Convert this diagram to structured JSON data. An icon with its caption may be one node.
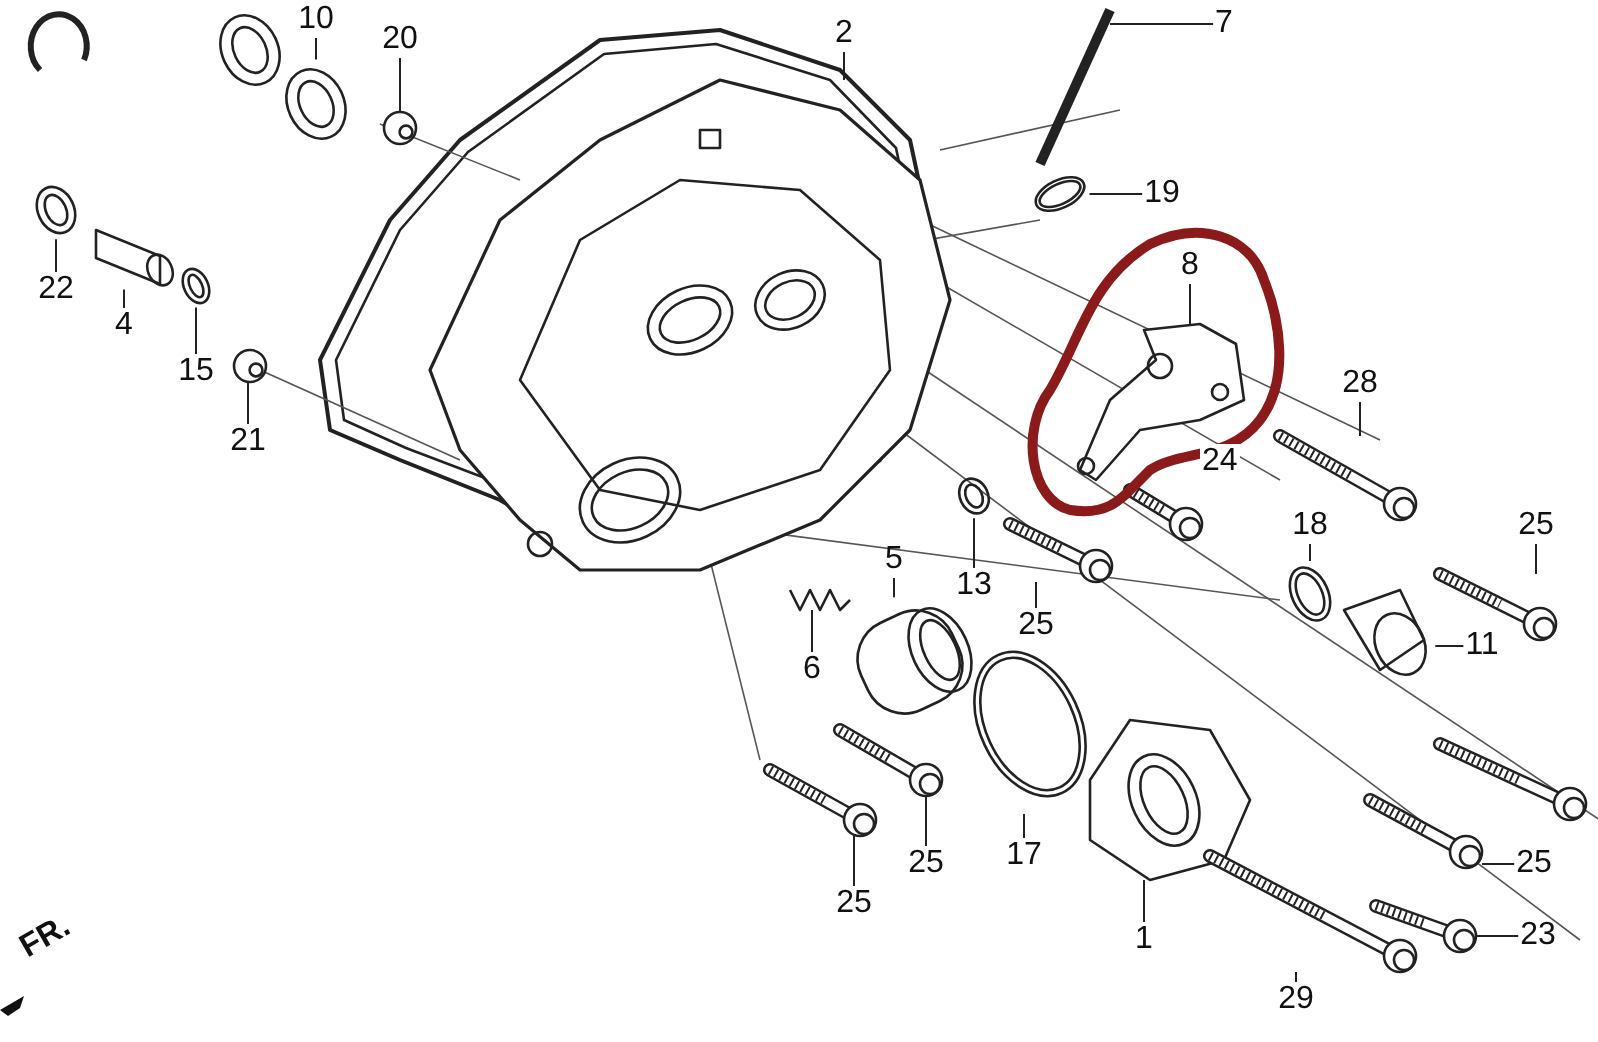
{
  "diagram": {
    "nodes": [
      {
        "text": [
          "10"
        ]
      },
      {
        "text": [
          "20"
        ]
      },
      {
        "text": [
          "2"
        ]
      },
      {
        "text": [
          "7"
        ]
      },
      {
        "text": [
          "19"
        ]
      },
      {
        "text": [
          "8"
        ]
      },
      {
        "text": [
          "22"
        ]
      },
      {
        "text": [
          "4"
        ]
      },
      {
        "text": [
          "15"
        ]
      },
      {
        "text": [
          "28"
        ]
      },
      {
        "text": [
          "21"
        ]
      },
      {
        "text": [
          "18"
        ]
      },
      {
        "text": [
          "25"
        ]
      },
      {
        "text": [
          "5"
        ]
      },
      {
        "text": [
          "13"
        ]
      },
      {
        "text": [
          "25"
        ]
      },
      {
        "text": [
          "11"
        ]
      },
      {
        "text": [
          "6"
        ]
      },
      {
        "text": [
          "17"
        ]
      },
      {
        "text": [
          "25"
        ]
      },
      {
        "text": [
          "25"
        ]
      },
      {
        "text": [
          "25"
        ]
      },
      {
        "text": [
          "1"
        ]
      },
      {
        "text": [
          "23"
        ]
      },
      {
        "text": [
          "29"
        ]
      },
      {
        "text": [],
        "shape": "ring"
      },
      {
        "text": [],
        "shape": "cylinder"
      },
      {
        "text": [],
        "shape": "cover"
      },
      {
        "text": [],
        "shape": "rod"
      },
      {
        "text": [],
        "shape": "ring"
      },
      {
        "text": [],
        "shape": "bracket"
      },
      {
        "text": [],
        "shape": "ring"
      },
      {
        "text": [],
        "shape": "cylinder"
      },
      {
        "text": [],
        "shape": "ring"
      },
      {
        "text": [],
        "shape": "bolt"
      },
      {
        "text": [],
        "shape": "cylinder"
      },
      {
        "text": [],
        "shape": "ring"
      },
      {
        "text": [],
        "shape": "bolt"
      },
      {
        "text": [],
        "shape": "filter"
      },
      {
        "text": [],
        "shape": "ring"
      },
      {
        "text": [],
        "shape": "bolt"
      },
      {
        "text": [],
        "shape": "plug"
      },
      {
        "text": [],
        "shape": "spring"
      },
      {
        "text": [],
        "shape": "ring"
      },
      {
        "text": [],
        "shape": "bolt"
      },
      {
        "text": [],
        "shape": "bolt"
      },
      {
        "text": [],
        "shape": "bolt"
      },
      {
        "text": [],
        "shape": "cover"
      },
      {
        "text": [],
        "shape": "bolt"
      },
      {
        "text": [],
        "shape": "bolt"
      }
    ],
    "edges": [
      {
        "from": 0,
        "to": 25,
        "arrow": "none"
      },
      {
        "from": 1,
        "to": 26,
        "arrow": "none"
      },
      {
        "from": 2,
        "to": 27,
        "arrow": "none"
      },
      {
        "from": 3,
        "to": 28,
        "arrow": "none"
      },
      {
        "from": 4,
        "to": 29,
        "arrow": "none"
      },
      {
        "from": 5,
        "to": 30,
        "arrow": "none"
      },
      {
        "from": 6,
        "to": 31,
        "arrow": "none"
      },
      {
        "from": 7,
        "to": 32,
        "arrow": "none"
      },
      {
        "from": 8,
        "to": 33,
        "arrow": "none"
      },
      {
        "from": 9,
        "to": 34,
        "arrow": "none"
      },
      {
        "from": 10,
        "to": 35,
        "arrow": "none"
      },
      {
        "from": 11,
        "to": 36,
        "arrow": "none"
      },
      {
        "from": 12,
        "to": 37,
        "arrow": "none"
      },
      {
        "from": 13,
        "to": 38,
        "arrow": "none"
      },
      {
        "from": 14,
        "to": 39,
        "arrow": "none"
      },
      {
        "from": 15,
        "to": 40,
        "arrow": "none"
      },
      {
        "from": 16,
        "to": 41,
        "arrow": "none"
      },
      {
        "from": 17,
        "to": 42,
        "arrow": "none"
      },
      {
        "from": 18,
        "to": 43,
        "arrow": "none"
      },
      {
        "from": 19,
        "to": 44,
        "arrow": "none"
      },
      {
        "from": 20,
        "to": 45,
        "arrow": "none"
      },
      {
        "from": 21,
        "to": 46,
        "arrow": "none"
      },
      {
        "from": 22,
        "to": 47,
        "arrow": "none"
      },
      {
        "from": 23,
        "to": 48,
        "arrow": "none"
      },
      {
        "from": 24,
        "to": 49,
        "arrow": "none"
      }
    ],
    "labels": [
      "24",
      "FR."
    ]
  }
}
